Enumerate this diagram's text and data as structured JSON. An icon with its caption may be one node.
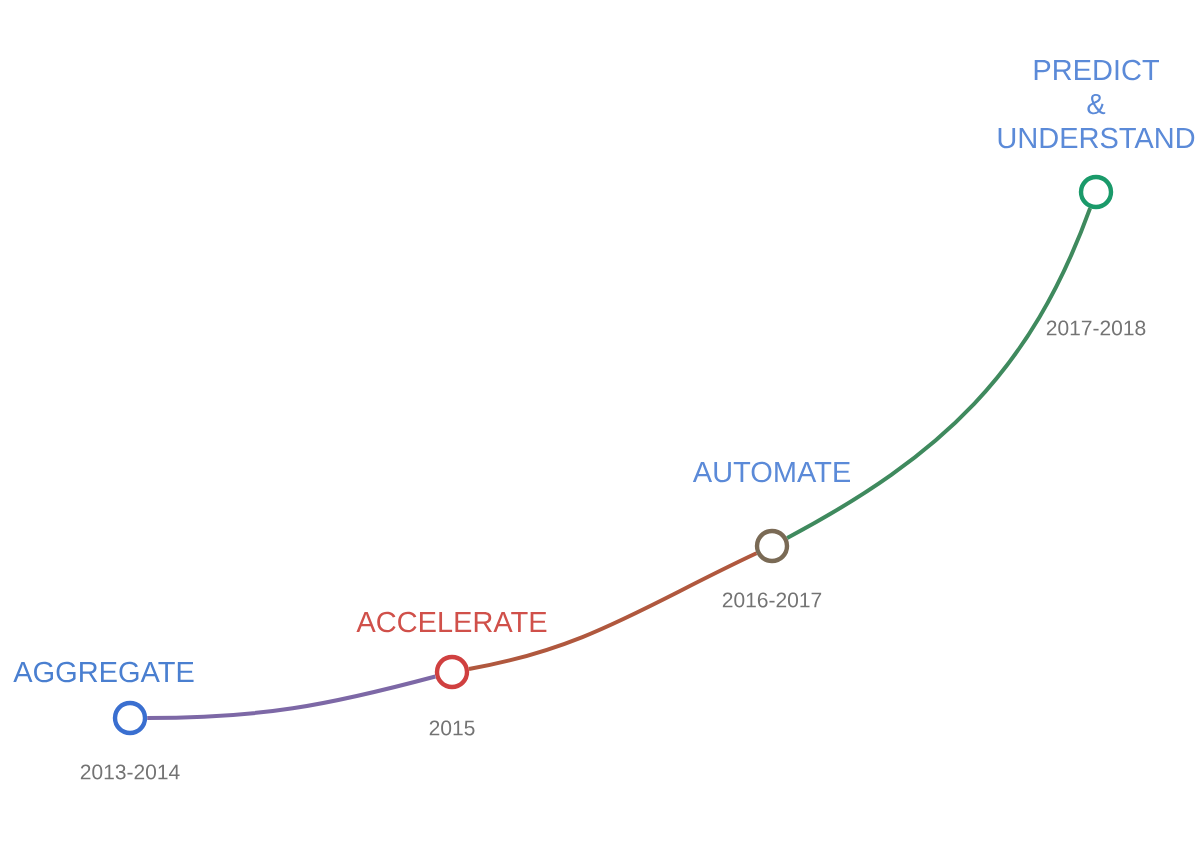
{
  "diagram": {
    "nodes": [
      {
        "text": [
          "AGGREGATE"
        ],
        "beside": [
          "2013-2014"
        ]
      },
      {
        "text": [
          "ACCELERATE"
        ],
        "beside": [
          "2015"
        ]
      },
      {
        "text": [
          "AUTOMATE"
        ],
        "beside": [
          "2016-2017"
        ]
      },
      {
        "text": [
          "PREDICT & UNDERSTAND"
        ]
      }
    ],
    "edges": [
      {
        "from": 0,
        "to": 1,
        "arrow": "none",
        "color": "#7d68a6"
      },
      {
        "from": 1,
        "to": 2,
        "arrow": "none",
        "color": "#b0583e"
      },
      {
        "from": 2,
        "to": 3,
        "arrow": "none",
        "color": "#3f8a5e"
      }
    ],
    "labels": [
      "2017-2018"
    ]
  }
}
